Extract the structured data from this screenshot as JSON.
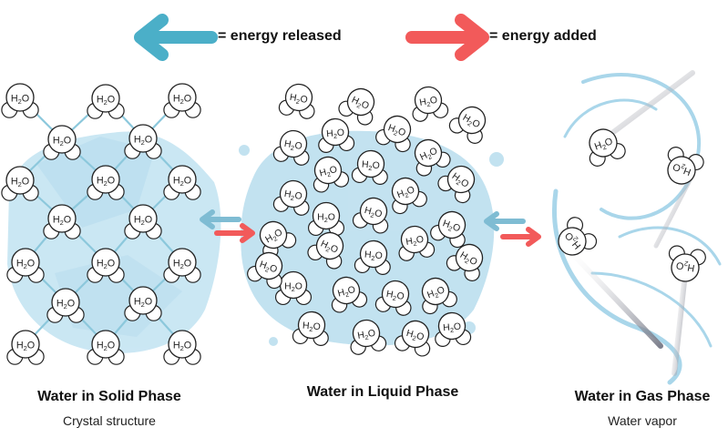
{
  "legend": {
    "released_label": "= energy released",
    "added_label": "= energy added",
    "released_color": "#4bafc8",
    "added_color": "#f25a5a"
  },
  "molecule": {
    "formula_main": "H",
    "formula_sub": "2",
    "formula_end": "O"
  },
  "phases": {
    "solid": {
      "title": "Water in Solid Phase",
      "subtitle": "Crystal structure"
    },
    "liquid": {
      "title": "Water in Liquid Phase",
      "subtitle": ""
    },
    "gas": {
      "title": "Water in Gas Phase",
      "subtitle": "Water vapor"
    }
  },
  "colors": {
    "water_blue": "#a9d6ea",
    "bond_blue": "#8cc8dc",
    "ice_blue": "#b9dff0"
  }
}
